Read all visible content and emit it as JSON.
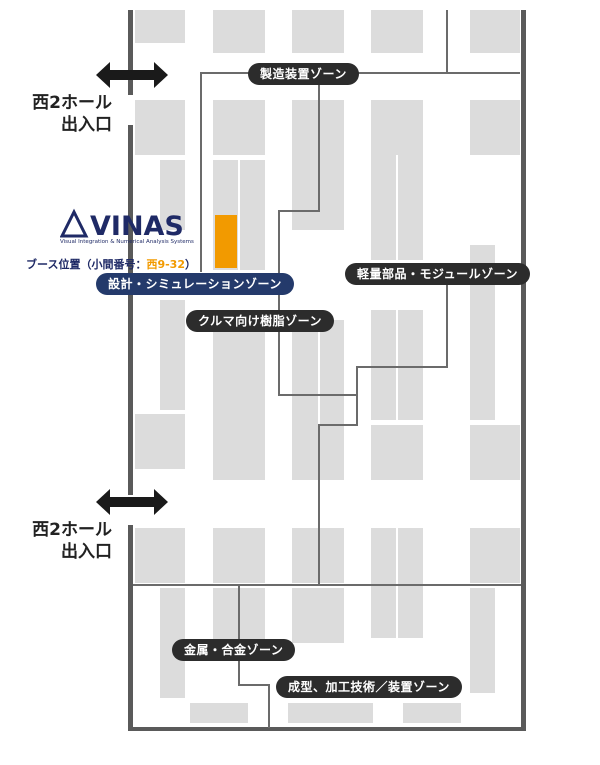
{
  "entrances": [
    {
      "line1": "西2ホール",
      "line2": "出入口"
    },
    {
      "line1": "西2ホール",
      "line2": "出入口"
    }
  ],
  "zones": [
    {
      "label": "製造装置ゾーン",
      "highlight": false
    },
    {
      "label": "軽量部品・モジュールゾーン",
      "highlight": false
    },
    {
      "label": "設計・シミュレーションゾーン",
      "highlight": true
    },
    {
      "label": "クルマ向け樹脂ゾーン",
      "highlight": false
    },
    {
      "label": "金属・合金ゾーン",
      "highlight": false
    },
    {
      "label": "成型、加工技術／装置ゾーン",
      "highlight": false
    }
  ],
  "exhibitor": {
    "logo_text": "VINAS",
    "logo_subtitle": "Visual Integration & Numerical Analysis Systems",
    "booth_label": "ブース位置（小間番号：",
    "booth_number": "西9-32",
    "booth_close": "）"
  },
  "colors": {
    "booth": "#dcdcdc",
    "wall": "#5a5a5a",
    "zone_pill": "#2c2c2c",
    "zone_pill_highlight": "#243a6b",
    "booth_marker": "#f29a00",
    "logo": "#1f2a66"
  }
}
